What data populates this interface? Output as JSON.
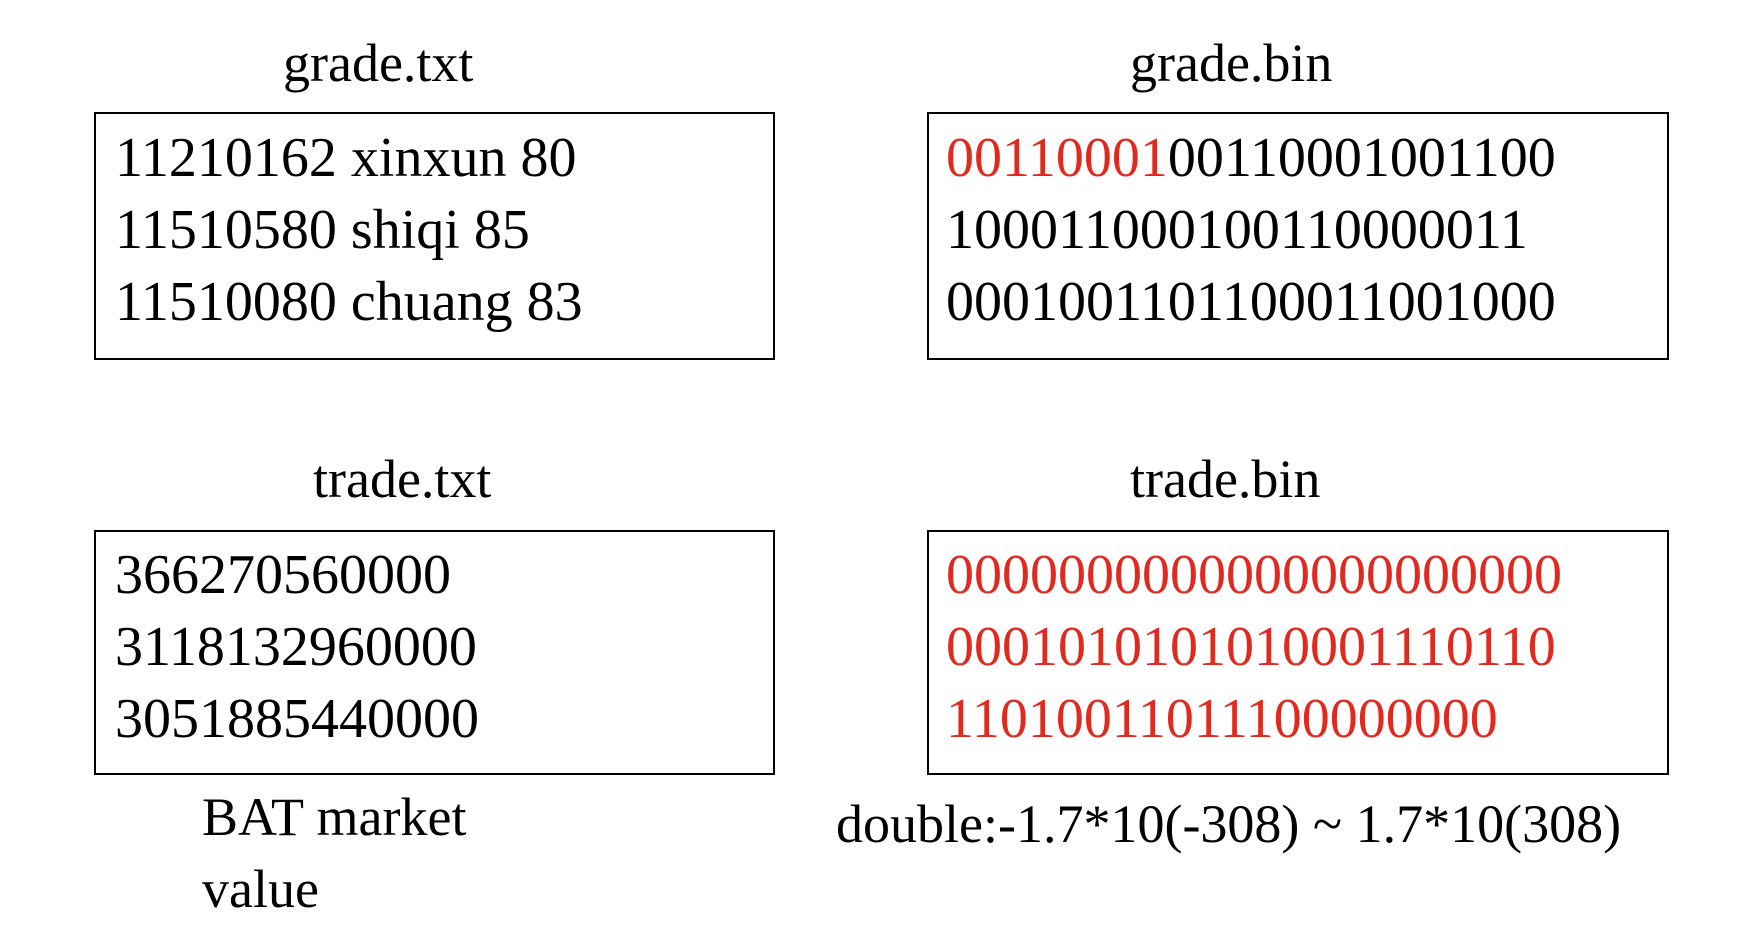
{
  "grade_txt": {
    "title": "grade.txt",
    "lines": [
      "11210162 xinxun 80",
      "11510580 shiqi 85",
      "11510080 chuang 83"
    ]
  },
  "grade_bin": {
    "title": "grade.bin",
    "line1_highlight": "00110001",
    "line1_rest": "00110001001100",
    "line2": "100011000100110000011",
    "line3": "0001001101100011001000"
  },
  "trade_txt": {
    "title": "trade.txt",
    "lines": [
      "366270560000",
      "3118132960000",
      "3051885440000"
    ],
    "note_line1": "BAT market",
    "note_line2": "value"
  },
  "trade_bin": {
    "title": "trade.bin",
    "lines": [
      "0000000000000000000000",
      "0001010101010001110110",
      "11010011011100000000"
    ],
    "note": "double:-1.7*10(-308) ~ 1.7*10(308)"
  },
  "colors": {
    "highlight": "#e02a1f",
    "text": "#000000",
    "border": "#000000"
  }
}
